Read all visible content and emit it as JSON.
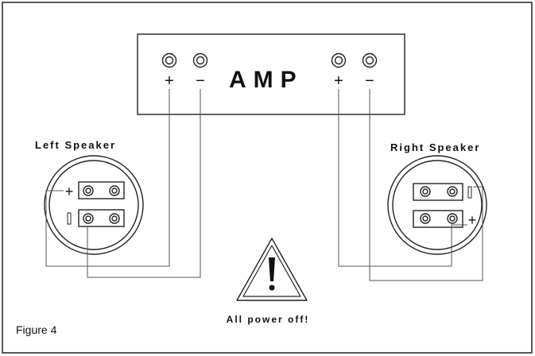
{
  "amp_label": "AMP",
  "left_speaker_label": "Left Speaker",
  "right_speaker_label": "Right Speaker",
  "warning_text": "All power off!",
  "figure_caption": "Figure 4",
  "terminal_symbols": {
    "plus": "+",
    "minus": "−"
  },
  "icons": {
    "terminal": "terminal-icon",
    "warning": "warning-triangle-icon"
  },
  "colors": {
    "line": "#222222",
    "wire": "#555555",
    "background": "#ffffff"
  }
}
